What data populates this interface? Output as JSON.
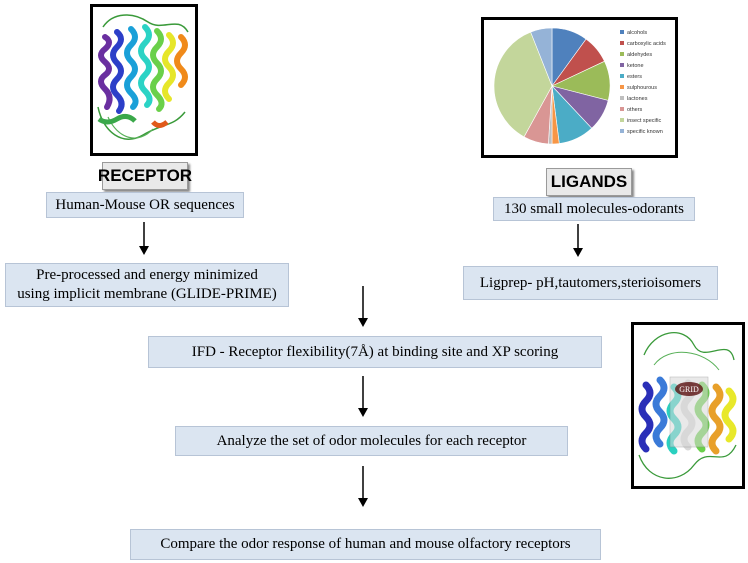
{
  "receptor": {
    "title": "RECEPTOR",
    "step1": "Human-Mouse OR sequences",
    "step2_line1": "Pre-processed and energy minimized",
    "step2_line2": "using implicit membrane (GLIDE-PRIME)"
  },
  "ligands": {
    "title": "LIGANDS",
    "step1": "130 small molecules-odorants",
    "step2": "Ligprep- pH,tautomers,sterioisomers"
  },
  "flow": {
    "ifd": "IFD - Receptor flexibility(7Å) at binding site and XP scoring",
    "analyze": "Analyze the set of odor molecules for each receptor",
    "compare": "Compare the odor response of human and mouse olfactory receptors"
  },
  "grid_label": "GRID",
  "chart_data": {
    "type": "pie",
    "categories": [
      "alcohols",
      "carboxylic acids",
      "aldehydes",
      "ketone",
      "esters",
      "sulphourous",
      "lactones",
      "others",
      "insect specific",
      "specific known"
    ],
    "values": [
      10,
      8,
      11,
      9,
      10,
      2,
      1,
      7,
      36,
      6
    ],
    "colors": [
      "#4f81bd",
      "#c0504d",
      "#9bbb59",
      "#8064a2",
      "#4bacc6",
      "#f79646",
      "#bfbfbf",
      "#d99694",
      "#c3d69b",
      "#95b3d7"
    ]
  }
}
